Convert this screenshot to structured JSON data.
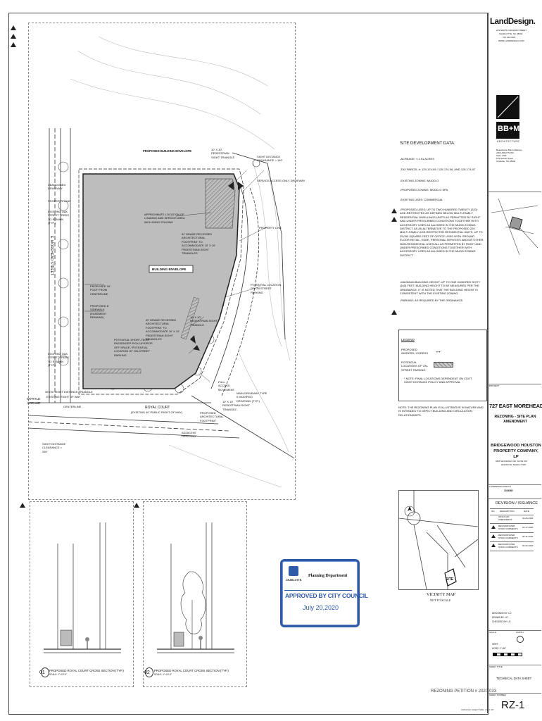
{
  "firm": {
    "name": "LandDesign.",
    "address": [
      "223 NORTH GRAHAM STREET",
      "CHARLOTTE, NC 28202",
      "704.333.0325",
      "WWW.LANDDESIGN.COM"
    ]
  },
  "architect": {
    "logo": "BB+M",
    "subtitle": "ARCHITECTURE",
    "address": [
      "Beauchamp Burns Maloney",
      "ARCHITECTS INC",
      "Suite 1700",
      "219 Hewett Street",
      "Charlotte, NC 28202"
    ]
  },
  "site_data": {
    "title": "SITE DEVELOPMENT DATA:",
    "items": [
      "-ACREAGE: ± 1.91 ACRES",
      "-TAX PARCEL #: 125-174-05 / 125-174-06, AND 125-174-07",
      "-EXISTING ZONING: MUDD-O",
      "-PROPOSED ZONING: MUDD-O SPA",
      "-EXISTING USES: COMMERCIAL",
      "-PROPOSED USES: UP TO TWO HUNDRED TWENTY (220) AGE-RESTRICTED AS DEFINED BELOW MULTI-FAMILY RESIDENTIAL DWELLINGS UNITS AS PERMITTED BY RIGHT AND UNDER PRESCRIBED CONDITIONS TOGETHER WITH ACCESSORY USES AS ALLOWED IN THE MUDD ZONING DISTRICT. AS AN ALTERNATIVE TO THE PROPOSED 220 MULTI-FAMILY AGE-RESTRICTED RESIDENTIAL UNITS, UP TO 25,000 SQUARE FEET OF OFFICE USES WITH GROUND FLOOR RETAIL, EDEE, PERSONAL SERVICES AND/OR OTHER NON-RESIDENTIAL USES ALL AS PERMITTED BY RIGHT AND UNDER PRESCRIBED CONDITIONS TOGETHER WITH ACCESSORY USES AS ALLOWED IN THE MUDD ZONING DISTRICT.",
      "-MAXIMUM BUILDING HEIGHT: UP TO ONE HUNDRED SIXTY (160) FEET. BUILDING HEIGHT TO BE MEASURED PER THE ORDINANCE. IT IS NOTED THAT THE BUILDING HEIGHT IS CONSISTENT WITH THE EXISTING ZONING.",
      "-PARKING: AS REQUIRED BY THE ORDINANCE."
    ]
  },
  "legend": {
    "title": "LEGEND",
    "items": [
      "PROPOSED INGRESS / EGRESS",
      "POTENTIAL LOCATIONS OF ON-STREET PARKING"
    ],
    "note": "* NOTE: FINAL LOCATIONS DEPENDENT ON CDOT SIGHT DISTANCE POLICY AND APPROVAL"
  },
  "plan_note": "NOTE: THE REZONING PLAN IS ILLUSTRATIVE IN NATURE AND IS INTENDED TO DEPICT BUILDING AND CIRCULATION RELATIONSHIPS.",
  "plan_labels": {
    "building_envelope": "BUILDING ENVELOPE",
    "proposed_building_envelope": "PROPOSED BUILDING ENVELOPE",
    "loading": "APPROXIMATE LOCATION OF LOADING AND SERVICE AREA INCLUDING STAGING",
    "service_access": "SERVICE ACCESS ONLY DRIVEWAY",
    "sight_triangle": "10' X 10' PEDESTRIAN SIGHT TRIANGLE",
    "sight_clearance": "SIGHT DISTANCE CLEARANCE = 140'",
    "abandoned_driveway": "ABANDONED DRIVEWAY",
    "property_line_left": "PROPERTY LINE",
    "property_line_right": "PROPERTY LINE",
    "existing_oak_1": "EXISTING OAK STREET TREES TO REMAIN (TYP.)",
    "existing_oak_2": "EXISTING OAK STREET TREES TO REMAIN (TYP.)",
    "grade_recess": "AT GRADE RECESSED ARCHITECTURAL FOOTPRINT TO ACCOMMODATE 10' X 10' PEDESTRIAN SIGHT TRIANGLES",
    "setback": "PROPOSED 16' FOOT FROM CENTERLINE",
    "sidewalk": "PROPOSED 8' SIDEWALK (EASEMENT REMAINS)",
    "on_street": "POTENTIAL LOCATION OF ON-STREET PARKING",
    "short_term": "POTENTIAL SHORT-TERM PASSENGER PICK-UP/DROP-OFF SPACE / POTENTIAL LOCATION OF ON-STREET PARKING",
    "full_access": "FULL ACCESS MOVEMENT",
    "main_driveway": "MAIN DRIVEWAY TYPE II MODIFIED DRIVEWAY (TYP.)",
    "arch_footprint": "PROPOSED ARCHITECTURAL FOOTPRINT",
    "adjacent_driveway": "ADJACENT DRIVEWAY",
    "street_name": "E. MOREHEAD STREET",
    "myrtle": "MYRTLE AVENUE",
    "royal_court": "ROYAL COURT",
    "royal_court_sub": "(EXISTING 40' PUBLIC RIGHT OF WAY)",
    "centerline": "CENTERLINE",
    "sight_distance_left": "SIGHT DISTANCE CLEARANCE = 250'",
    "row_triangle": "35'x35' SIGHT DISTANCE TRIANGLE",
    "existing_row": "EXISTING RIGHT OF WAY"
  },
  "sections": [
    {
      "num": "01",
      "title": "PROPOSED ROYAL COURT CROSS SECTION (TYP.)",
      "scale": "SCALE: 1\"=10'-0\""
    },
    {
      "num": "02",
      "title": "PROPOSED ROYAL COURT CROSS SECTION (TYP.)",
      "scale": "SCALE: 1\"=10'-0\""
    }
  ],
  "stamp": {
    "city": "CHARLOTTE.",
    "department": "Planning Department",
    "approved": "APPROVED BY CITY COUNCIL",
    "date": "July 20,2020"
  },
  "vicinity": {
    "title": "VICINITY MAP",
    "subtitle": "NOT TO SCALE",
    "site": "SITE"
  },
  "petition": "REZONING PETITION # 2020-033",
  "project": {
    "label": "PROJECT",
    "name": "727 EAST MOREHEAD",
    "subtitle": "REZONING - SITE PLAN AMENDMENT",
    "owner": "BRIDGEWOOD HOUSTON PROPERTY COMPANY, LP",
    "owner_address": [
      "6565 WOODWAY DR, SUITE 970",
      "HOUSTON, TEXAS 77057"
    ]
  },
  "revision": {
    "title": "REVISION / ISSUANCE",
    "headers": [
      "NO.",
      "DESCRIPTION",
      "DATE"
    ],
    "rows": [
      {
        "no": "",
        "desc": "SITE PLAN AMENDMENT",
        "date": "02-26-2020"
      },
      {
        "no": "1",
        "desc": "REVISIONS PER STAFF COMMENTS",
        "date": "04-17-2020"
      },
      {
        "no": "2",
        "desc": "REVISIONS PER STAFF COMMENTS",
        "date": "05-11-2020"
      },
      {
        "no": "3",
        "desc": "REVISIONS PER STAFF COMMENTS",
        "date": "06-22-2020"
      }
    ]
  },
  "designed": [
    "DESIGNED BY: LD",
    "DRAWN BY: LD",
    "CHECKED BY: LD"
  ],
  "scale_labels": {
    "scale": "SCALE",
    "north": "NORTH",
    "vert": "VERT:",
    "horiz": "HORZ: 1\"=50'"
  },
  "sheet": {
    "title_label": "SHEET TITLE",
    "title": "TECHNICAL DATA SHEET",
    "number_label": "SHEET NUMBER",
    "number": "RZ-1"
  },
  "ld_project": {
    "label": "LANDDESIGN PROJ.#",
    "value": "1019365"
  },
  "file_path": "ORIGINAL SHEET SIZE: 24\" X 36\""
}
